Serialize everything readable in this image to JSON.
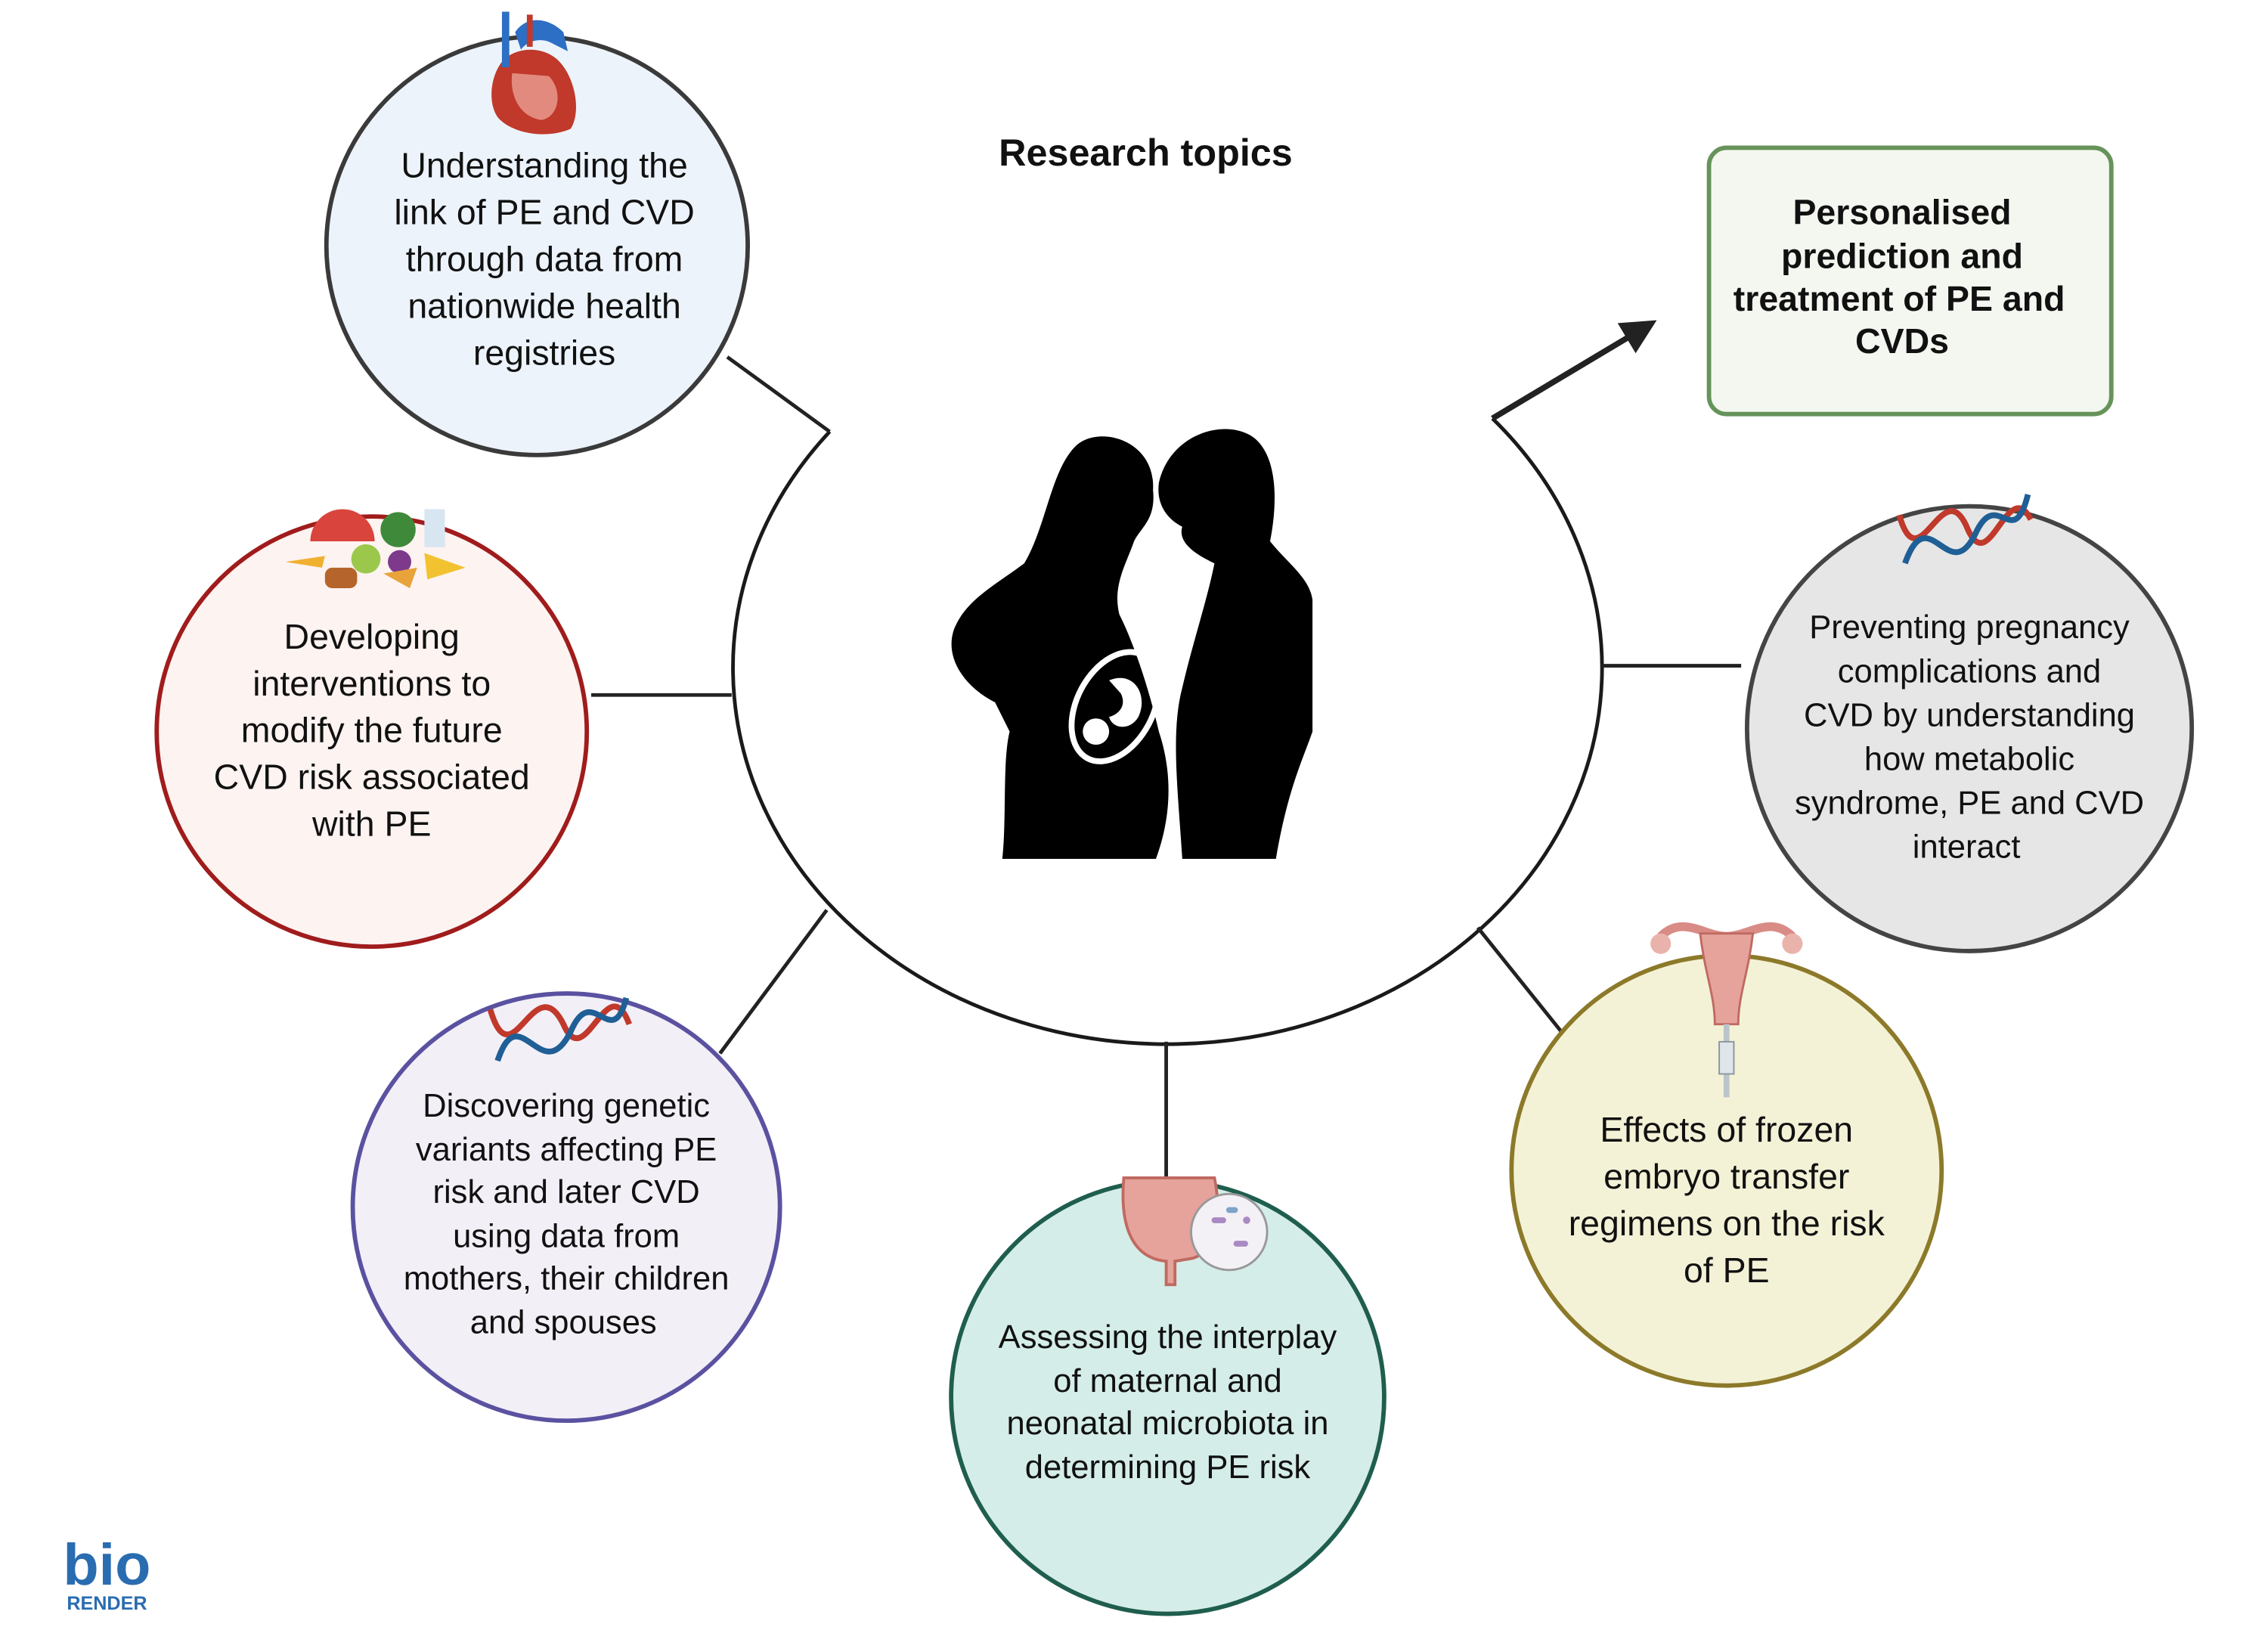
{
  "title": "Research topics",
  "outcome_box": {
    "lines": [
      "Personalised",
      "prediction and",
      "treatment of PE and",
      "CVDs"
    ],
    "fill": "#f4f7f0",
    "stroke": "#66935a"
  },
  "topics": [
    {
      "id": "registries",
      "icon": "heart-icon",
      "lines": [
        "Understanding the",
        "link of PE and CVD",
        "through data from",
        "nationwide health",
        "registries"
      ],
      "fill": "#ecf3fb",
      "stroke": "#3a3a3a"
    },
    {
      "id": "interventions",
      "icon": "food-icon",
      "lines": [
        "Developing",
        "interventions to",
        "modify the future",
        "CVD risk associated",
        "with PE"
      ],
      "fill": "#fdf3f1",
      "stroke": "#a01c1c"
    },
    {
      "id": "genetics",
      "icon": "dna-icon",
      "lines": [
        "Discovering genetic",
        "variants affecting PE",
        "risk and later CVD",
        "using data from",
        "mothers, their children",
        "and spouses"
      ],
      "fill": "#f3eff7",
      "stroke": "#5a52a0"
    },
    {
      "id": "microbiota",
      "icon": "intestine-microbe-icon",
      "lines": [
        "Assessing the interplay",
        "of maternal and",
        "neonatal microbiota in",
        "determining PE risk"
      ],
      "fill": "#d5ede8",
      "stroke": "#1f5e4e"
    },
    {
      "id": "frozen-embryo",
      "icon": "uterus-syringe-icon",
      "lines": [
        "Effects of frozen",
        "embryo transfer",
        "regimens on the risk",
        "of PE"
      ],
      "fill": "#f4f2d6",
      "stroke": "#8c7a2a"
    },
    {
      "id": "metabolic",
      "icon": "dna-icon",
      "lines": [
        "Preventing pregnancy",
        "complications and",
        "CVD by understanding",
        "how metabolic",
        "syndrome, PE and CVD",
        "interact"
      ],
      "fill": "#e6e6e6",
      "stroke": "#444444"
    }
  ],
  "logo": {
    "top": "bio",
    "bottom": "RENDER",
    "color": "#2a6cb0"
  }
}
